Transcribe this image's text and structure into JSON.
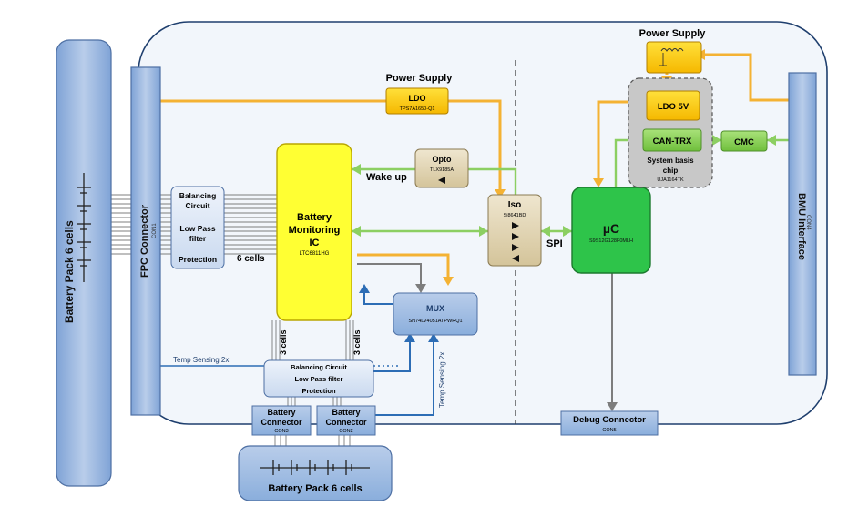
{
  "battery_pack_left": {
    "label": "Battery Pack 6 cells"
  },
  "fpc_connector": {
    "label": "FPC Connector",
    "sub": "CON1"
  },
  "balancing_left": {
    "line1": "Balancing",
    "line2": "Circuit",
    "line3": "Low Pass",
    "line4": "filter",
    "line5": "Protection"
  },
  "six_cells": "6 cells",
  "power_supply_left": {
    "title": "Power Supply",
    "ldo": "LDO",
    "part": "TPS7A1650-Q1"
  },
  "opto": {
    "label": "Opto",
    "part": "TLX9185A"
  },
  "wake_up": "Wake up",
  "bms_ic": {
    "line1": "Battery",
    "line2": "Monitoring",
    "line3": "IC",
    "part": "LTC6811HG"
  },
  "iso": {
    "label": "Iso",
    "part": "Si8641BD"
  },
  "spi": "SPI",
  "mcu": {
    "label": "µC",
    "part": "S9S12G128F0MLH"
  },
  "mux": {
    "label": "MUX",
    "part": "SN74LV4051ATPWRQ1"
  },
  "three_cells_left": "3 cells",
  "three_cells_right": "3 cells",
  "temp_sensing_left": "Temp Sensing 2x",
  "temp_sensing_bottom": "Temp Sensing 2x",
  "balancing_bottom": {
    "line1": "Balancing Circuit",
    "line2": "Low Pass filter",
    "line3": "Protection"
  },
  "battery_connector_con3": {
    "line1": "Battery",
    "line2": "Connector",
    "sub": "CON3"
  },
  "battery_connector_con2": {
    "line1": "Battery",
    "line2": "Connector",
    "sub": "CON2"
  },
  "battery_pack_bottom": {
    "label": "Battery Pack 6 cells"
  },
  "power_supply_right": {
    "title": "Power Supply"
  },
  "ldo_5v": "LDO 5V",
  "can_trx": "CAN-TRX",
  "cmc": "CMC",
  "sbc": {
    "line1": "System basis",
    "line2": "chip",
    "part": "UJA1164TK"
  },
  "bmu_interface": {
    "label": "BMU Interface",
    "sub": "CON4"
  },
  "debug_connector": {
    "label": "Debug Connector",
    "sub": "CON5"
  },
  "colors": {
    "yellow": "#ffd700",
    "orange_line": "#f4b233",
    "green_line": "#8ccf62",
    "blue_box": "#9ab8e2",
    "ic_yellow": "#ffff33",
    "mcu_green": "#2ec44a"
  }
}
